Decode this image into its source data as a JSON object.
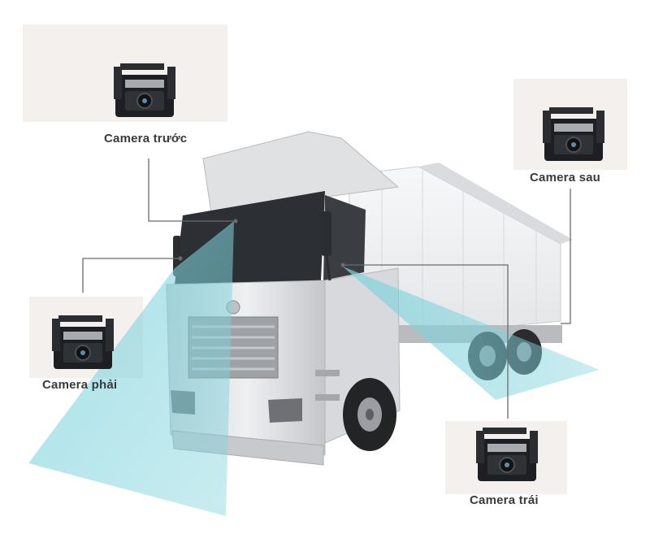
{
  "labels": {
    "front": "Camera trước",
    "rear": "Camera sau",
    "right": "Camera phải",
    "left": "Camera trái"
  },
  "colors": {
    "beam": "#7fd3dc",
    "truck_body": "#e6e7e9",
    "trailer": "#f3f4f5",
    "line": "#6b6b6b",
    "camera": "#1d1f22",
    "label": "#3a3a3a"
  }
}
